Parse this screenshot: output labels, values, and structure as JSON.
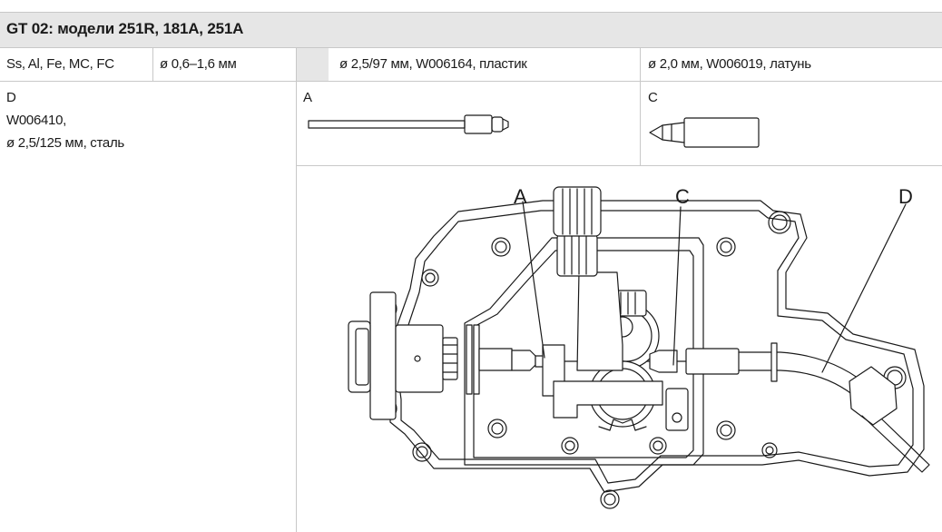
{
  "table": {
    "title": "GT 02: модели 251R, 181A, 251A",
    "materials": "Ss, Al, Fe, MC, FC",
    "wire_diameter": "ø 0,6–1,6 мм",
    "guide_a_spec": "ø 2,5/97 мм, W006164, пластик",
    "guide_c_spec": "ø 2,0 мм, W006019, латунь",
    "part_d_letter": "D",
    "part_d_code": "W006410,",
    "part_d_spec": "ø 2,5/125 мм, сталь",
    "part_a_label": "A",
    "part_c_label": "C"
  },
  "diagram": {
    "callout_a": "A",
    "callout_c": "C",
    "callout_d": "D"
  }
}
